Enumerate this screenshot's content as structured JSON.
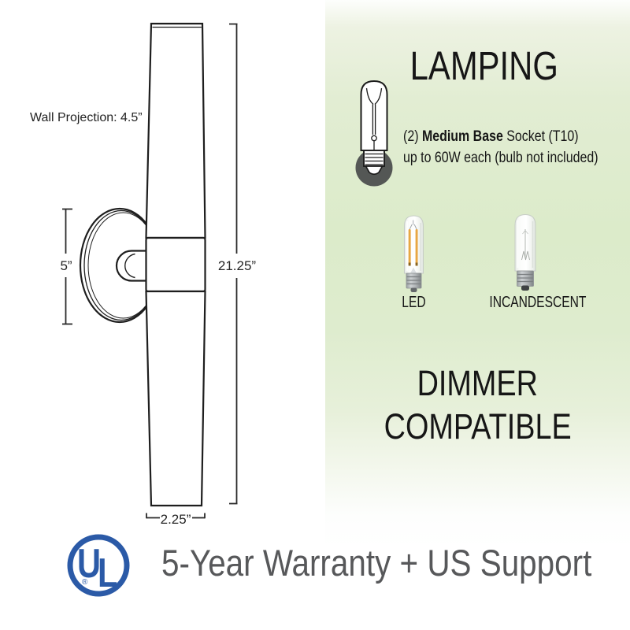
{
  "diagram": {
    "wall_projection": "Wall Projection: 4.5”",
    "backplate_height": "5”",
    "total_height": "21.25”",
    "bottom_width": "2.25”"
  },
  "panel": {
    "title": "LAMPING",
    "socket": {
      "prefix": "(2) ",
      "bold": "Medium Base",
      "suffix": " Socket (T10)",
      "line2": "up to 60W each (bulb not included)"
    },
    "bulbs": {
      "led": "LED",
      "incandescent": "INCANDESCENT"
    },
    "dimmer": {
      "line1": "DIMMER",
      "line2": "COMPATIBLE"
    }
  },
  "footer": {
    "ul_u": "U",
    "ul_l": "L",
    "registered": "®",
    "text": "5-Year Warranty + US Support"
  },
  "icons": {
    "socket_icon": "t10-bulb-socket-icon",
    "ul_icon": "ul-listed-logo"
  },
  "colors": {
    "panel_green": "#dcebca",
    "ul_blue": "#2b5aa7",
    "footer_gray": "#57585a",
    "line_black": "#1e1e1e",
    "socket_icon_circle": "#545755",
    "led_filament": "#e8a743"
  }
}
